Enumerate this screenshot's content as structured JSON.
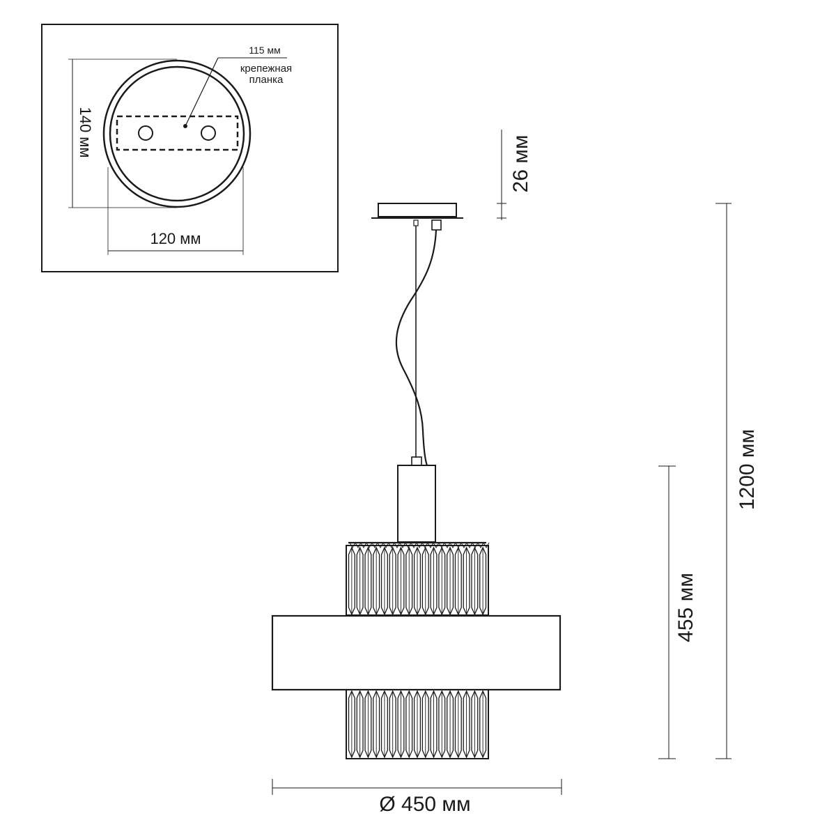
{
  "inset": {
    "width_label": "120 мм",
    "height_label": "140 мм",
    "plate_length_label": "115 мм",
    "plate_caption_line1": "крепежная",
    "plate_caption_line2": "планка"
  },
  "dimensions": {
    "canopy_height": "26 мм",
    "total_height": "1200 мм",
    "body_height": "455 мм",
    "diameter": "Ø 450 мм"
  },
  "colors": {
    "line": "#1a1a1a",
    "background": "#ffffff"
  }
}
